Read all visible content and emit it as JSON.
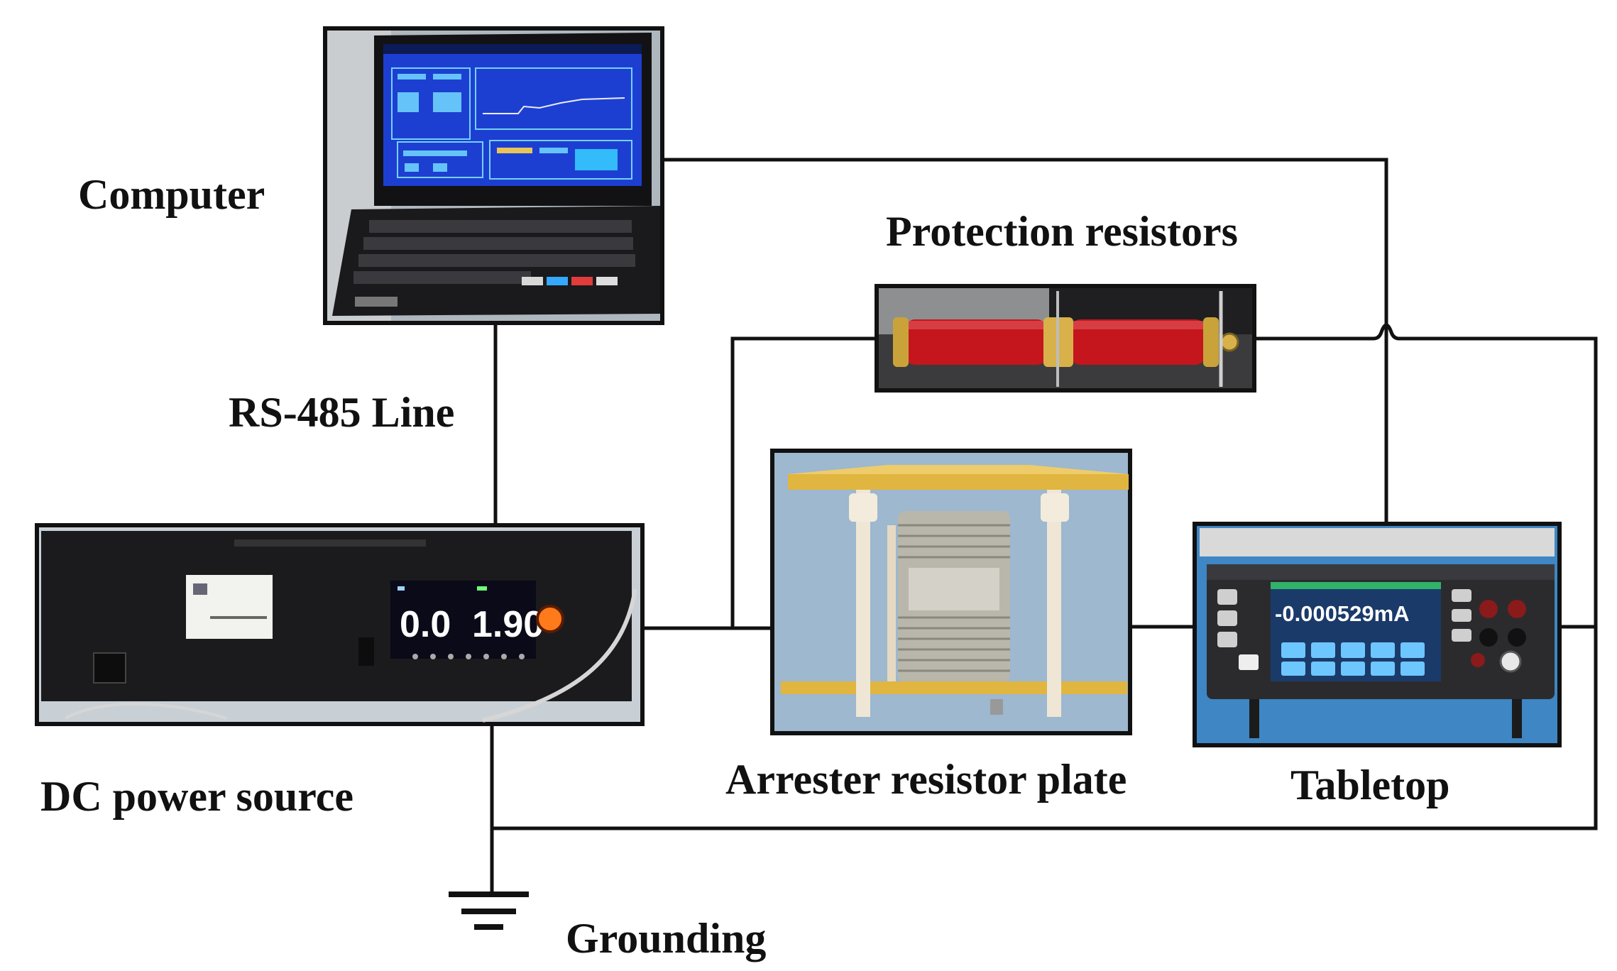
{
  "labels": {
    "computer": "Computer",
    "rs485": "RS-485 Line",
    "protection": "Protection resistors",
    "dc_source": "DC power source",
    "arrester": "Arrester resistor plate",
    "tabletop": "Tabletop",
    "grounding": "Grounding"
  },
  "meter": {
    "reading": "-0.000529mA"
  },
  "psu": {
    "left_display": "0.0",
    "right_display": "1.90"
  },
  "colors": {
    "wire": "#111111",
    "screen_blue": "#1d3fd1",
    "resistor_red": "#c4161c",
    "brass": "#c9a33a",
    "yellow_plate": "#e0b640",
    "metal": "#b9b7ac"
  }
}
